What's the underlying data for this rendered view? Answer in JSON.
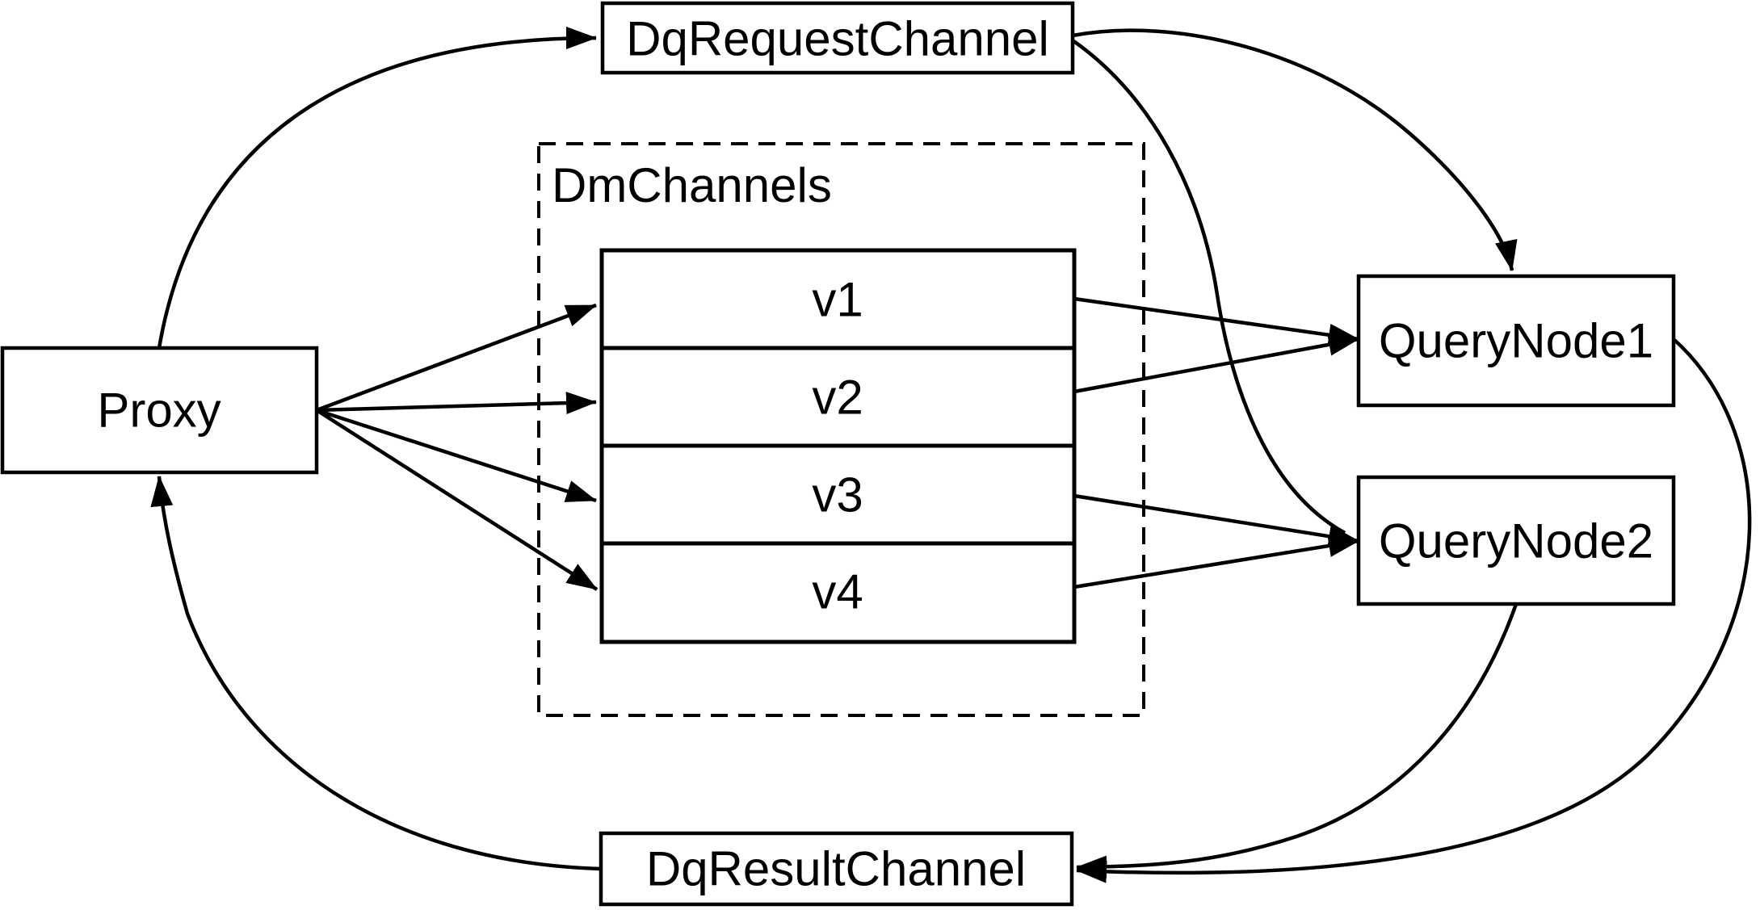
{
  "diagram": {
    "background_color": "#ffffff",
    "line_color": "#000000",
    "nodes": {
      "dq_request_channel": {
        "label": "DqRequestChannel"
      },
      "proxy": {
        "label": "Proxy"
      },
      "dm_channels": {
        "label": "DmChannels",
        "channels": [
          {
            "label": "v1"
          },
          {
            "label": "v2"
          },
          {
            "label": "v3"
          },
          {
            "label": "v4"
          }
        ]
      },
      "query_node_1": {
        "label": "QueryNode1"
      },
      "query_node_2": {
        "label": "QueryNode2"
      },
      "dq_result_channel": {
        "label": "DqResultChannel"
      }
    },
    "edges": [
      {
        "from": "Proxy",
        "to": "DqRequestChannel"
      },
      {
        "from": "Proxy",
        "to": "v1"
      },
      {
        "from": "Proxy",
        "to": "v2"
      },
      {
        "from": "Proxy",
        "to": "v3"
      },
      {
        "from": "Proxy",
        "to": "v4"
      },
      {
        "from": "v1",
        "to": "QueryNode1"
      },
      {
        "from": "v2",
        "to": "QueryNode1"
      },
      {
        "from": "v3",
        "to": "QueryNode2"
      },
      {
        "from": "v4",
        "to": "QueryNode2"
      },
      {
        "from": "DqRequestChannel",
        "to": "QueryNode1"
      },
      {
        "from": "DqRequestChannel",
        "to": "QueryNode2"
      },
      {
        "from": "QueryNode1",
        "to": "DqResultChannel"
      },
      {
        "from": "QueryNode2",
        "to": "DqResultChannel"
      },
      {
        "from": "DqResultChannel",
        "to": "Proxy"
      }
    ]
  }
}
